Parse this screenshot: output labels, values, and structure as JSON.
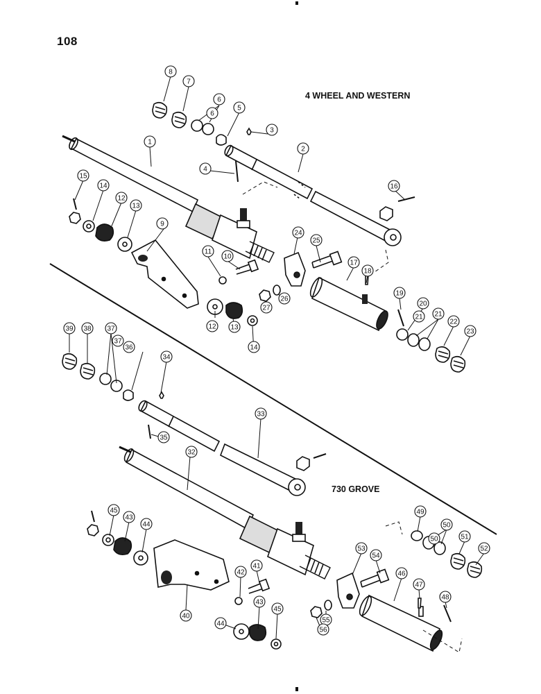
{
  "page_number": "108",
  "sections": {
    "top": "4 WHEEL AND WESTERN",
    "bottom": "730 GROVE"
  },
  "callouts": [
    "1",
    "2",
    "3",
    "4",
    "5",
    "6",
    "6",
    "7",
    "8",
    "9",
    "10",
    "11",
    "12",
    "12",
    "13",
    "13",
    "14",
    "14",
    "15",
    "16",
    "17",
    "18",
    "19",
    "20",
    "21",
    "21",
    "22",
    "23",
    "24",
    "25",
    "26",
    "27",
    "32",
    "33",
    "34",
    "35",
    "36",
    "37",
    "37",
    "38",
    "39",
    "40",
    "41",
    "42",
    "43",
    "43",
    "44",
    "44",
    "45",
    "45",
    "46",
    "47",
    "48",
    "49",
    "50",
    "50",
    "51",
    "52",
    "53",
    "54",
    "55",
    "56"
  ]
}
